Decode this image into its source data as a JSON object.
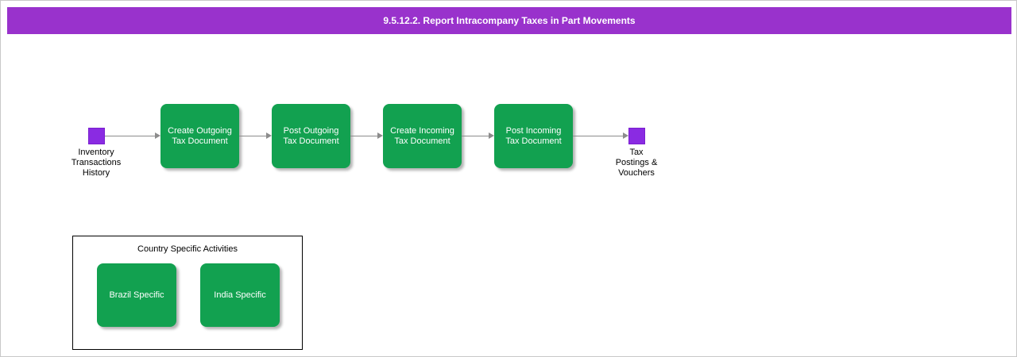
{
  "header": {
    "title": "9.5.12.2. Report Intracompany Taxes in Part Movements"
  },
  "flow": {
    "start": {
      "label": "Inventory\nTransactions\nHistory"
    },
    "steps": [
      {
        "label": "Create Outgoing\nTax Document"
      },
      {
        "label": "Post Outgoing\nTax Document"
      },
      {
        "label": "Create Incoming\nTax Document"
      },
      {
        "label": "Post Incoming\nTax Document"
      }
    ],
    "end": {
      "label": "Tax\nPostings &\nVouchers"
    }
  },
  "country_box": {
    "title": "Country Specific Activities",
    "items": [
      {
        "label": "Brazil Specific"
      },
      {
        "label": "India Specific"
      }
    ]
  },
  "colors": {
    "header_purple": "#9932cc",
    "node_purple": "#8a2be2",
    "box_green": "#12a150",
    "arrow_gray": "#8c8c8c"
  }
}
